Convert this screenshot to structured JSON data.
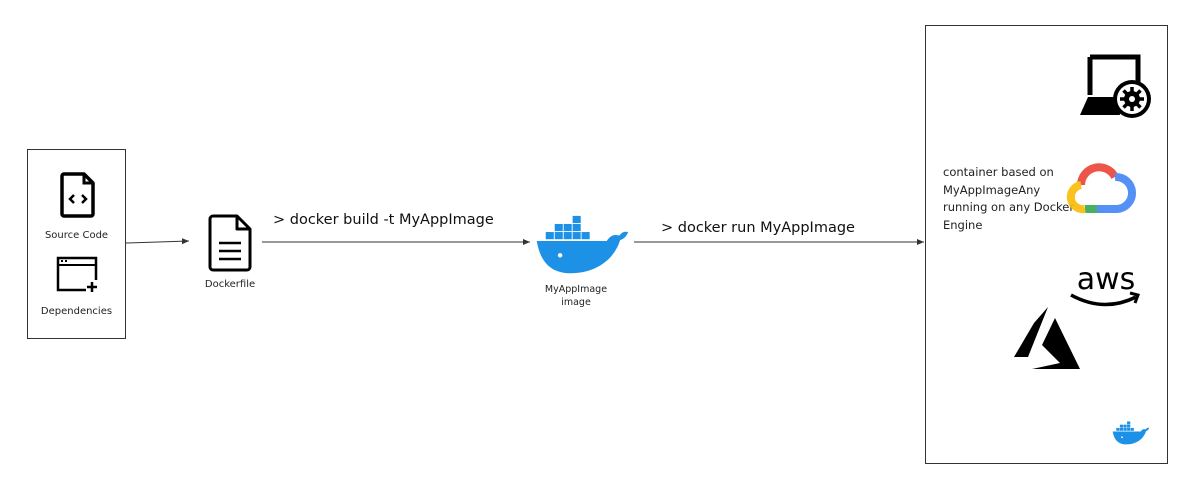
{
  "source_box": {
    "source_code_label": "Source Code",
    "dependencies_label": "Dependencies"
  },
  "dockerfile": {
    "label": "Dockerfile"
  },
  "build_command": "> docker build -t MyAppImage",
  "image": {
    "label_line1": "MyAppImage",
    "label_line2": "image"
  },
  "run_command": "> docker run MyAppImage",
  "target_box": {
    "description_lines": [
      "container based on",
      "MyAppImageAny",
      "running on any Docker",
      "Engine"
    ],
    "logos": [
      "laptop-gear-icon",
      "google-cloud-logo",
      "aws-logo",
      "azure-logo",
      "docker-logo"
    ]
  },
  "colors": {
    "docker_blue": "#1d91e6",
    "line": "#333333"
  }
}
